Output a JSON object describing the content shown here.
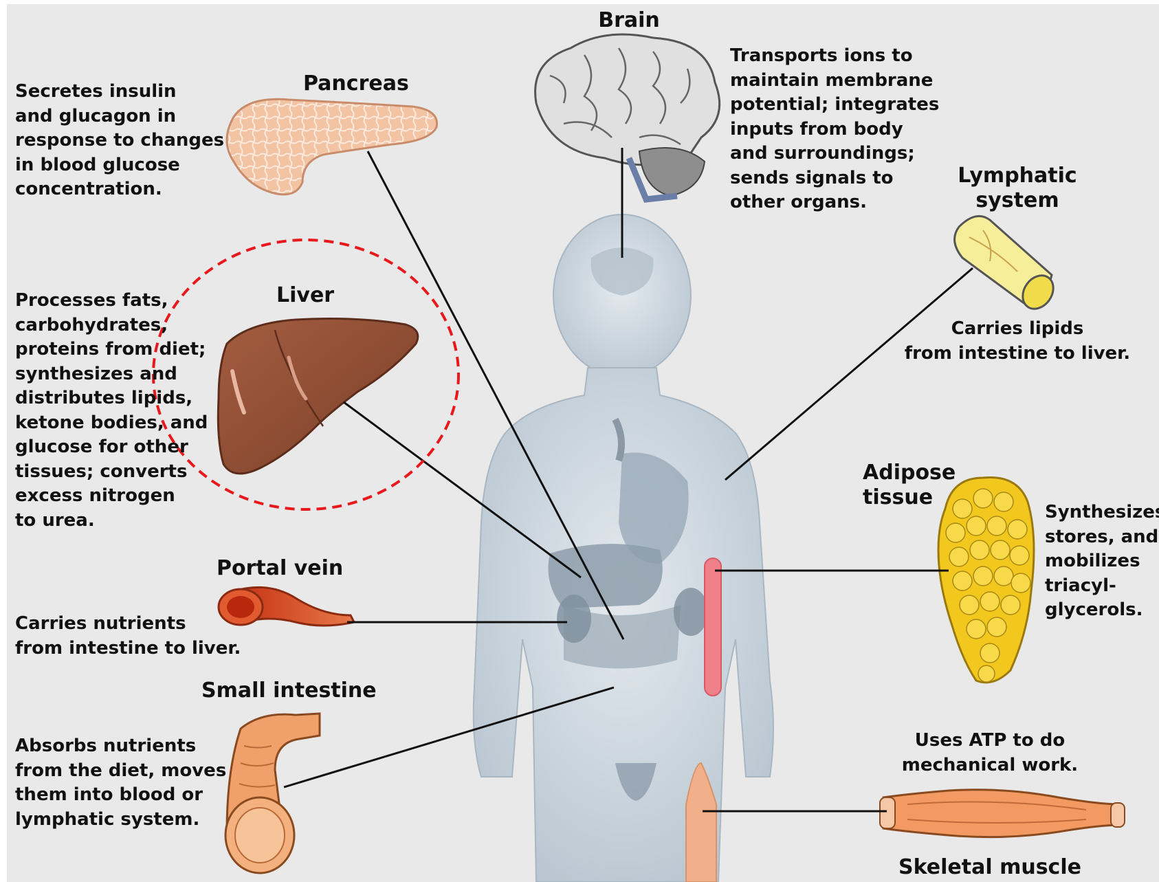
{
  "organs": {
    "brain": {
      "title": "Brain",
      "desc": "Transports ions to\nmaintain membrane\npotential; integrates\ninputs from body\nand surroundings;\nsends signals to\nother organs."
    },
    "pancreas": {
      "title": "Pancreas",
      "desc": "Secretes insulin\nand glucagon in\nresponse to changes\nin blood glucose\nconcentration."
    },
    "liver": {
      "title": "Liver",
      "desc": "Processes fats,\ncarbohydrates,\nproteins from diet;\nsynthesizes and\ndistributes lipids,\nketone bodies, and\nglucose for other\ntissues; converts\nexcess nitrogen\nto urea."
    },
    "lymphatic": {
      "title": "Lymphatic\nsystem",
      "desc": "Carries lipids\nfrom intestine to liver."
    },
    "adipose": {
      "title": "Adipose\ntissue",
      "desc": "Synthesizes,\nstores, and\nmobilizes\ntriacyl-\nglycerols."
    },
    "portal": {
      "title": "Portal vein",
      "desc": "Carries nutrients\nfrom intestine to liver."
    },
    "intestine": {
      "title": "Small intestine",
      "desc": "Absorbs nutrients\nfrom the diet, moves\nthem into blood or\nlymphatic system."
    },
    "muscle": {
      "title": "Skeletal muscle",
      "desc": "Uses ATP to do\nmechanical work."
    }
  },
  "colors": {
    "background": "#e9e9e9",
    "highlight": "#e8191c",
    "liver": "#8c4b32",
    "pancreas": "#f2c4a4",
    "portal_vein": "#d4451c",
    "intestine": "#f0a06a",
    "adipose": "#f2c81e",
    "lymph": "#f7ee9a",
    "muscle": "#f29a62",
    "body": "#c8d3dc"
  },
  "icons": [
    "brain-illustration",
    "pancreas-illustration",
    "liver-illustration",
    "lymph-vessel-illustration",
    "adipose-illustration",
    "portal-vein-illustration",
    "small-intestine-illustration",
    "skeletal-muscle-illustration",
    "human-body-illustration"
  ]
}
